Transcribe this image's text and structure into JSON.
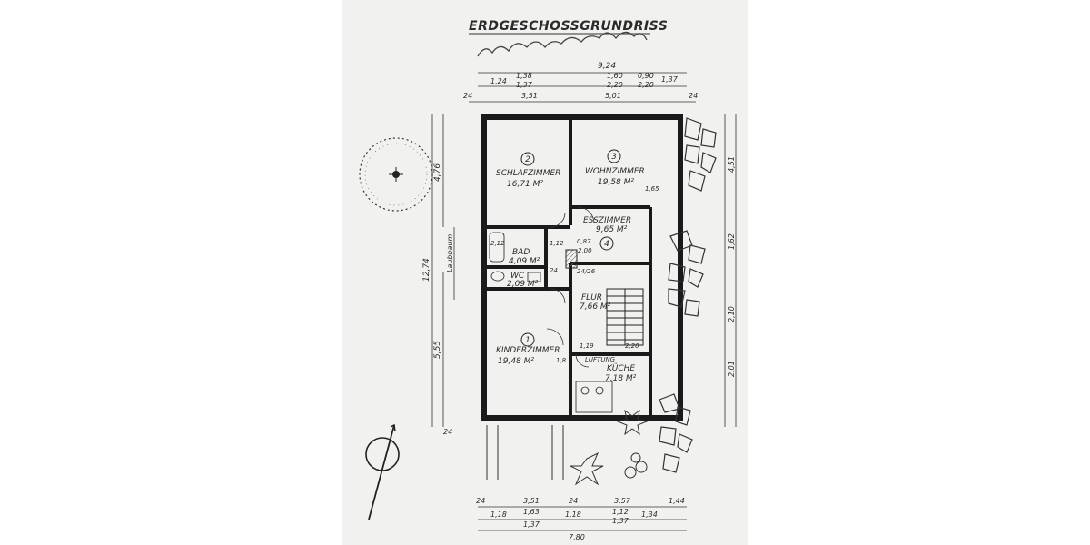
{
  "title": "ERDGESCHOSSGRUNDRISS",
  "rooms": [
    {
      "num": "2",
      "name": "SCHLAFZIMMER",
      "area": "16,71 M²"
    },
    {
      "num": "3",
      "name": "WOHNZIMMER",
      "area": "19,58 M²"
    },
    {
      "num": "4",
      "name": "ESSZIMMER",
      "area": "9,65 M²"
    },
    {
      "name": "BAD",
      "area": "4,09 M²"
    },
    {
      "name": "WC",
      "area": "2,09 M²"
    },
    {
      "name": "FLUR",
      "area": "7,66 M²"
    },
    {
      "num": "1",
      "name": "KINDERZIMMER",
      "area": "19,48 M²"
    },
    {
      "name": "KÜCHE",
      "area": "7,18 M²"
    },
    {
      "name": "LÜFTUNG"
    }
  ],
  "dims_top": {
    "row1": [
      "1,24",
      "1,38",
      "1,37",
      "1,60",
      "2,20",
      "1,37",
      "0,90",
      "2,20"
    ],
    "overall": "9,24",
    "row2": [
      "24",
      "3,51",
      "5,01",
      "24"
    ]
  },
  "dims_bottom": {
    "row1": [
      "24",
      "3,51",
      "24",
      "3,57",
      "1,44"
    ],
    "row2": [
      "1,18",
      "1,63",
      "1,18",
      "1,12",
      "1,34"
    ],
    "row3": [
      "1,37",
      "1,37"
    ],
    "overall": "7,80"
  },
  "dims_left": {
    "total": "12,74",
    "lower": "5,55",
    "upper": "4,76",
    "bottom_thickness": "24"
  },
  "dims_right": [
    "4,51",
    "1,62",
    "2,10",
    "2,01"
  ],
  "misc_labels": {
    "wohn_dim": "1,65",
    "bad_dims": "2,12",
    "bad_side": "1,12",
    "ess_dim": "0,87",
    "ess_dim2": "2,00",
    "stair_dim": "24/26",
    "flur_dim1": "1,19",
    "flur_dim2": "2,20",
    "kinder_dim": "1,8",
    "wc_side": "24"
  },
  "tree_label": "Laubbaum"
}
